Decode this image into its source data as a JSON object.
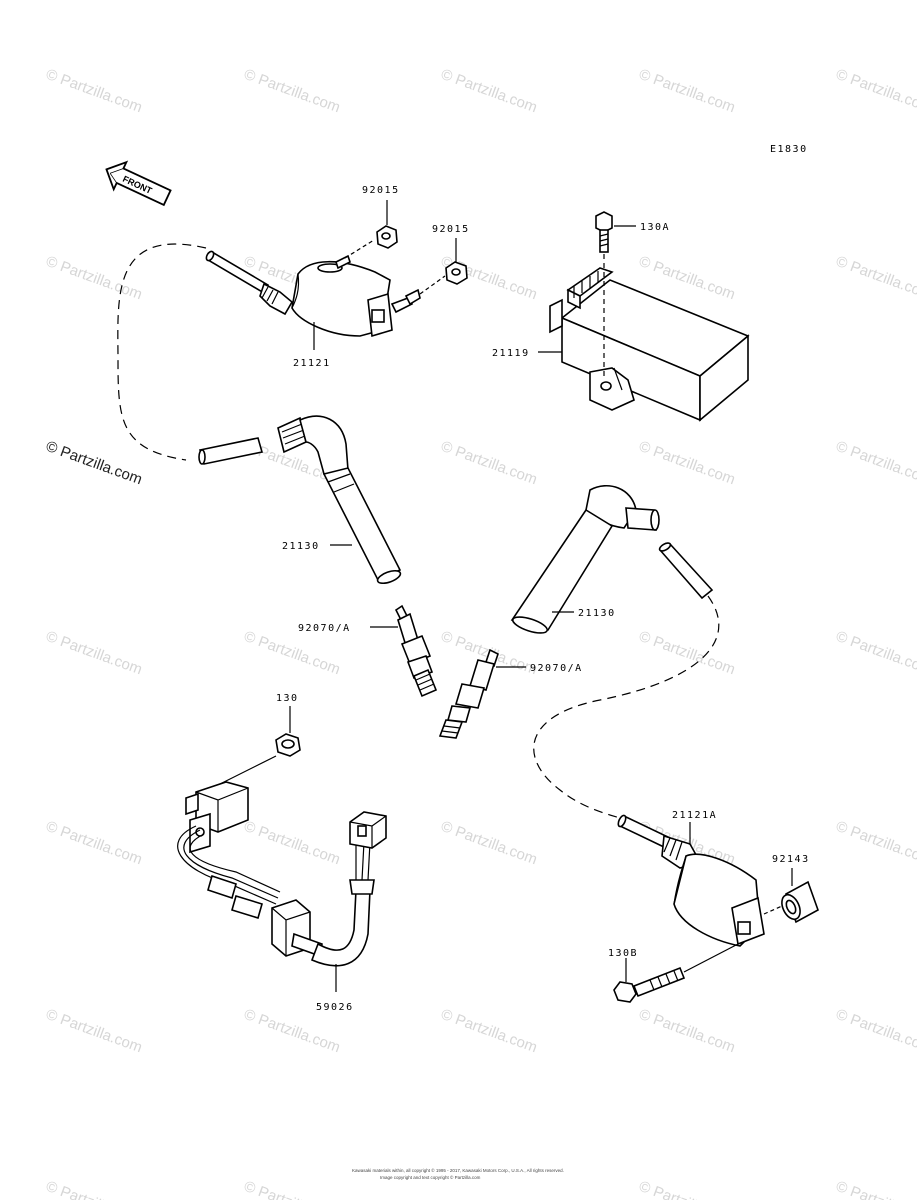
{
  "diagram_code": "E1830",
  "front_label": "FRONT",
  "watermark": {
    "text": "© Partzilla.com",
    "copyright_text": "© Partzilla.com"
  },
  "footer": {
    "line1": "Kawasaki materials within, all copyright © 1995 - 2017, Kawasaki Motors Corp., U.S.A., All rights reserved.",
    "line2": "Image copyright and text copyright © Partzilla.com"
  },
  "callouts": {
    "p92015_a": "92015",
    "p92015_b": "92015",
    "p130A": "130A",
    "p21121": "21121",
    "p21119": "21119",
    "p21130_left": "21130",
    "p21130_right": "21130",
    "p92070_left": "92070/A",
    "p92070_right": "92070/A",
    "p130": "130",
    "p59026": "59026",
    "p21121A": "21121A",
    "p92143": "92143",
    "p130B": "130B"
  }
}
